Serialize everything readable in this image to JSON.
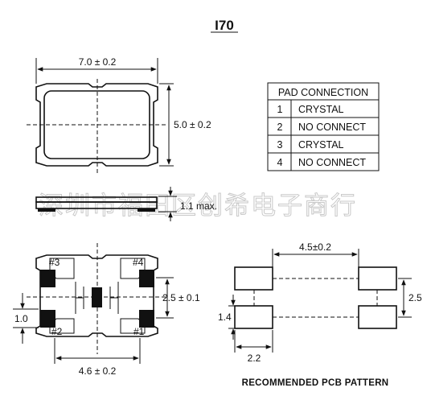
{
  "title": "I70",
  "top_view": {
    "width_dim": "7.0 ± 0.2",
    "height_dim": "5.0 ± 0.2"
  },
  "side_view": {
    "thickness_dim": "1.1 max."
  },
  "watermark": "深圳市福田区创希电子商行",
  "pad_table": {
    "header": "PAD CONNECTION",
    "rows": [
      {
        "pad": "1",
        "function": "CRYSTAL"
      },
      {
        "pad": "2",
        "function": "NO CONNECT"
      },
      {
        "pad": "3",
        "function": "CRYSTAL"
      },
      {
        "pad": "4",
        "function": "NO CONNECT"
      }
    ]
  },
  "bottom_view": {
    "pad_labels": [
      "#3",
      "#4",
      "#2",
      "#1"
    ],
    "pitch_dim": "2.5 ± 0.1",
    "pad_width_dim": "1.0",
    "span_dim": "4.6 ± 0.2"
  },
  "pcb_pattern": {
    "caption": "RECOMMENDED PCB PATTERN",
    "gap_dim": "4.5±0.2",
    "pitch_dim": "2.5",
    "pad_height_dim": "1.4",
    "pad_width_dim": "2.2"
  }
}
